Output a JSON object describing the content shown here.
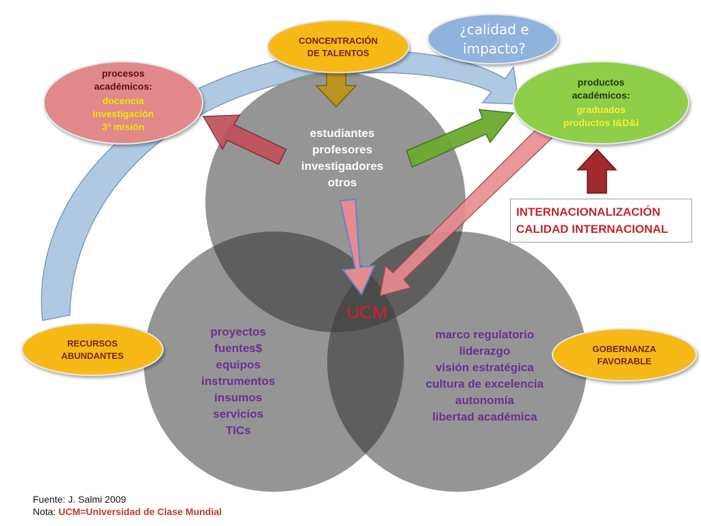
{
  "circles": {
    "top": {
      "lines": [
        "estudiantes",
        "profesores",
        "investigadores",
        "otros"
      ],
      "color": "#8c8c8c"
    },
    "left": {
      "lines": [
        "proyectos",
        "fuentes$",
        "equipos",
        "instrumentos",
        "insumos",
        "servicios",
        "TICs"
      ],
      "text_color": "#6a2f8f"
    },
    "right": {
      "lines": [
        "marco regulatorio",
        "liderazgo",
        "visión estratégica",
        "cultura de excelencia",
        "autonomía",
        "libertad académica"
      ],
      "text_color": "#6a2f8f"
    },
    "center_label": "UCM",
    "center_color": "#d4202c"
  },
  "ovals": {
    "talentos": {
      "lines": [
        "CONCENTRACIÓN",
        "DE TALENTOS"
      ],
      "fill": "#f7b916"
    },
    "calidad": {
      "lines": [
        "¿calidad e",
        "impacto?"
      ],
      "fill": "#8fb3dc"
    },
    "procesos": {
      "dark_lines": [
        "procesos",
        "académicos:"
      ],
      "highlight_lines": [
        "docencia",
        "investigación",
        "3ª misión"
      ],
      "fill": "#e0888a"
    },
    "productos": {
      "dark_lines": [
        "productos",
        "académicos:"
      ],
      "highlight_lines": [
        "graduados",
        "productos I&D&i"
      ],
      "fill": "#8fce4a"
    },
    "recursos": {
      "lines": [
        "RECURSOS",
        "ABUNDANTES"
      ],
      "fill": "#f7b916"
    },
    "gobernanza": {
      "lines": [
        "GOBERNANZA",
        "FAVORABLE"
      ],
      "fill": "#f7b916"
    }
  },
  "internacionalizacion": {
    "line1": "INTERNACIONALIZACIÓN",
    "line2": "CALIDAD INTERNACIONAL"
  },
  "footer": {
    "source": "Fuente: J. Salmi 2009",
    "note_prefix": "Nota: ",
    "note_text": "UCM=Universidad de Clase Mundial"
  }
}
